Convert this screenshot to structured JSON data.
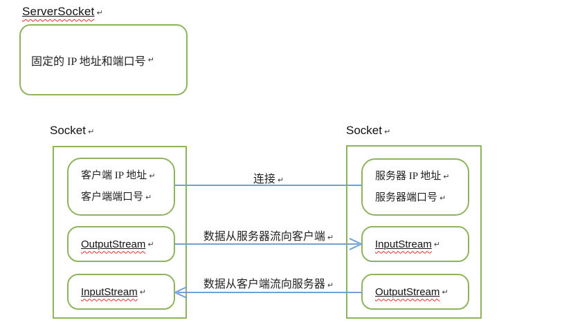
{
  "colors": {
    "green_border": "#8db45c",
    "blue_line": "#6fa1d4",
    "squiggle_red": "#e02a22",
    "text": "#1a1a1a"
  },
  "marks": {
    "return": "↵"
  },
  "server_socket": {
    "title": "ServerSocket",
    "box_text": "固定的 IP 地址和端口号"
  },
  "client_socket": {
    "title": "Socket",
    "address_line1": "客户端 IP 地址",
    "address_line2": "客户端端口号",
    "stream_top": "OutputStream",
    "stream_bottom": "InputStream"
  },
  "server_side_socket": {
    "title": "Socket",
    "address_line1": "服务器 IP 地址",
    "address_line2": "服务器端口号",
    "stream_top": "InputStream",
    "stream_bottom": "OutputStream"
  },
  "connectors": {
    "connect": {
      "label": "连接",
      "direction": "none"
    },
    "server_to_client": {
      "label": "数据从服务器流向客户端",
      "direction": "right"
    },
    "client_to_server": {
      "label": "数据从客户端流向服务器",
      "direction": "left"
    }
  }
}
